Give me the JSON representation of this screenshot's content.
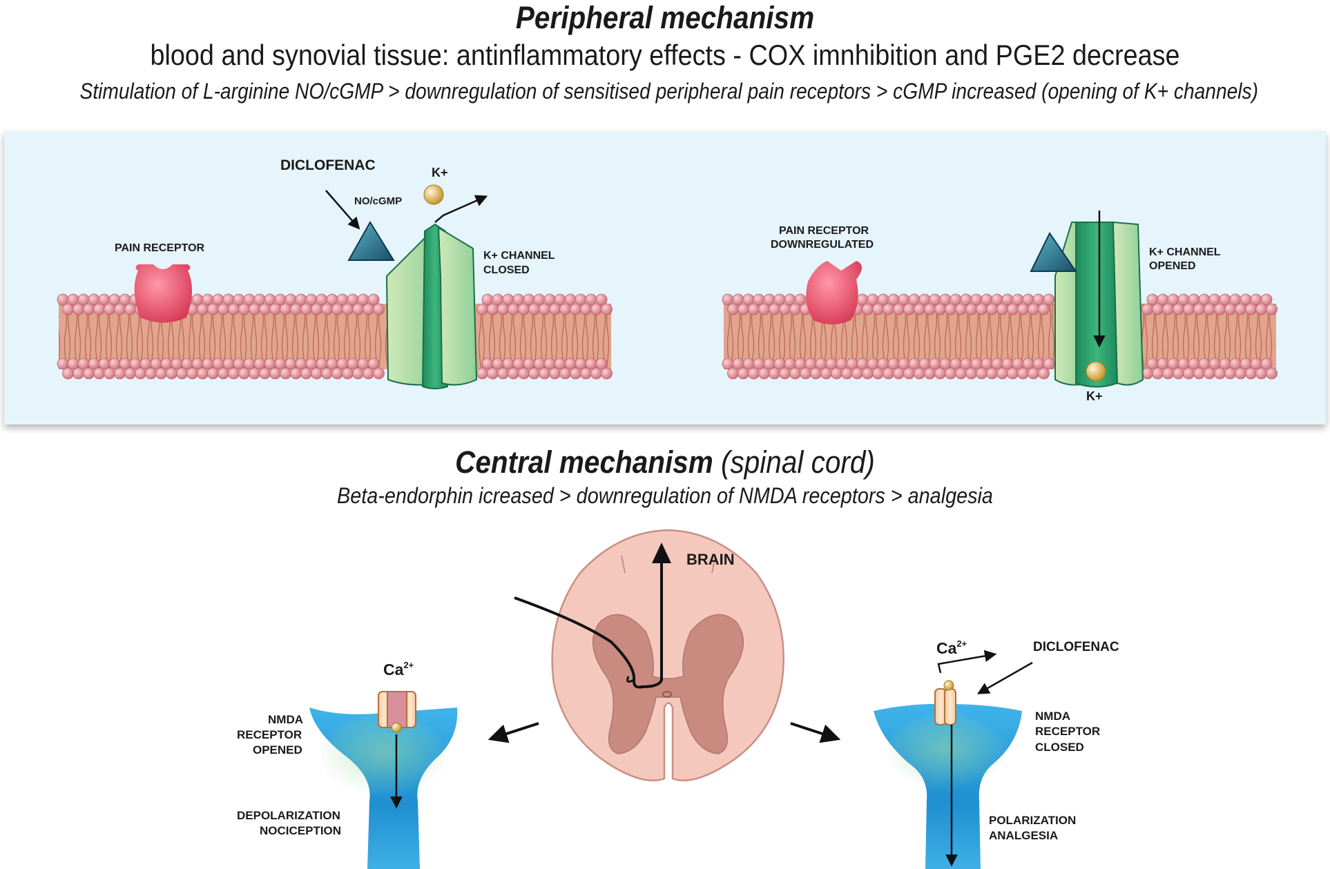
{
  "peripheral": {
    "title": "Peripheral mechanism",
    "subtitle": "blood and synovial tissue: antinflammatory effects - COX imnhibition and PGE2 decrease",
    "description": "Stimulation of L-arginine NO/cGMP > downregulation of sensitised peripheral pain receptors > cGMP increased (opening of K+ channels)",
    "panel_color": "#e6f4fb",
    "left": {
      "drug_label": "DICLOFENAC",
      "mediator_label": "NO/cGMP",
      "ion_label": "K+",
      "receptor_label": "PAIN RECEPTOR",
      "channel_label_1": "K+ CHANNEL",
      "channel_label_2": "CLOSED"
    },
    "right": {
      "receptor_label_1": "PAIN RECEPTOR",
      "receptor_label_2": "DOWNREGULATED",
      "channel_label_1": "K+ CHANNEL",
      "channel_label_2": "OPENED",
      "ion_label": "K+"
    }
  },
  "central": {
    "title_bold": "Central mechanism",
    "title_rest": " (spinal cord)",
    "description": "Beta-endorphin icreased > downregulation of NMDA receptors > analgesia",
    "brain_label": "BRAIN",
    "left": {
      "ion_label": "Ca",
      "ion_charge": "2+",
      "receptor_label_1": "NMDA",
      "receptor_label_2": "RECEPTOR",
      "receptor_label_3": "OPENED",
      "effect_label_1": "DEPOLARIZATION",
      "effect_label_2": "NOCICEPTION"
    },
    "right": {
      "ion_label": "Ca",
      "ion_charge": "2+",
      "drug_label": "DICLOFENAC",
      "receptor_label_1": "NMDA",
      "receptor_label_2": "RECEPTOR",
      "receptor_label_3": "CLOSED",
      "effect_label_1": "POLARIZATION",
      "effect_label_2": "ANALGESIA"
    }
  },
  "colors": {
    "membrane_fill": "#e0a08c",
    "lipid_head": "#e08a92",
    "channel_green": "#2a9a6a",
    "receptor_red": "#e8506a",
    "drug_triangle": "#1f6f8f",
    "ion_gold": "#e8c060",
    "neuron_blue": "#2a98d8",
    "cord_pink": "#f2c4b8",
    "grey_matter": "#c98a80"
  }
}
